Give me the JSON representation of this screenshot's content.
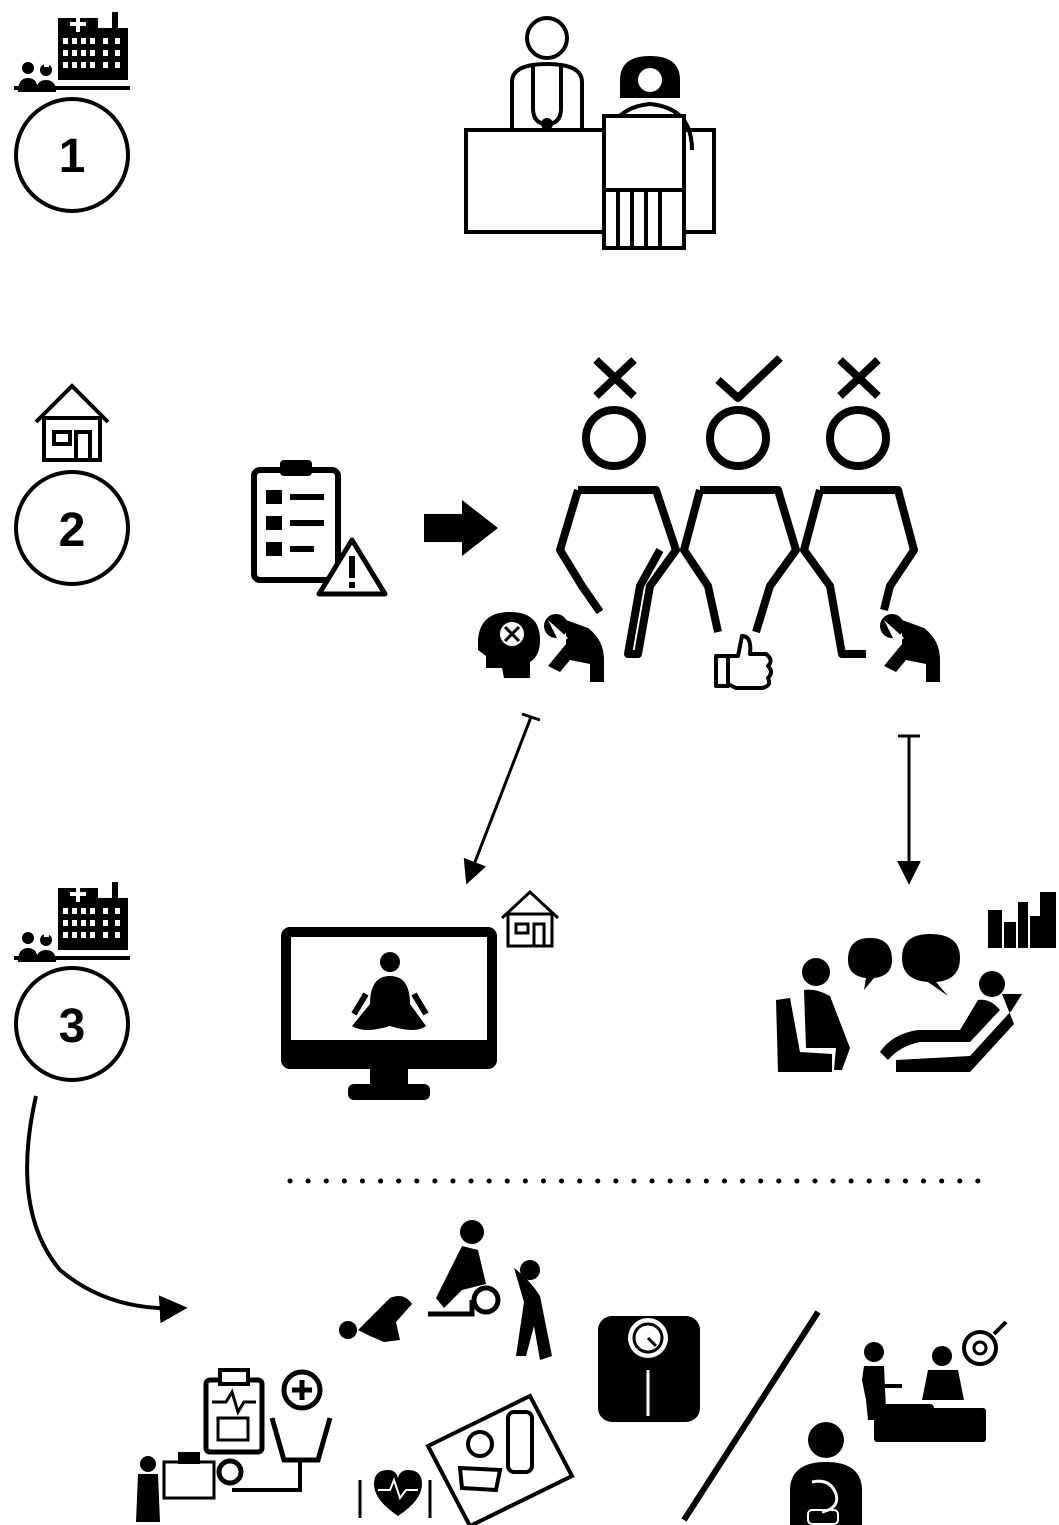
{
  "steps": [
    {
      "number": "1",
      "setting_icon": "hospital-staff-icon",
      "scene": "doctor-patient-consultation"
    },
    {
      "number": "2",
      "setting_icon": "home-icon",
      "scene": "questionnaire-screening"
    },
    {
      "number": "3",
      "setting_icon": "hospital-staff-icon",
      "scene": "treatment-pathways"
    }
  ],
  "screening_outcomes": [
    {
      "mark": "cross",
      "symptoms": [
        "eating-disorder-mind-icon",
        "distressed-person-icon"
      ]
    },
    {
      "mark": "check",
      "symptoms": [
        "thumbs-up-icon"
      ]
    },
    {
      "mark": "cross",
      "symptoms": [
        "distressed-person-icon"
      ]
    }
  ],
  "pathways": [
    {
      "from_outcome": 0,
      "to": "online-meditation-therapy",
      "location_icon": "home-icon"
    },
    {
      "from_outcome": 2,
      "to": "psychotherapy-session",
      "location_icon": "city-icon"
    }
  ],
  "bottom_interventions": {
    "lifestyle": [
      "exercise-icon",
      "diet-tray-icon",
      "weight-scale-icon",
      "medical-checkup-icon"
    ],
    "surgery": [
      "surgical-team-icon",
      "digestive-system-icon"
    ]
  },
  "colors": {
    "ink": "#000000",
    "background": "#ffffff"
  }
}
